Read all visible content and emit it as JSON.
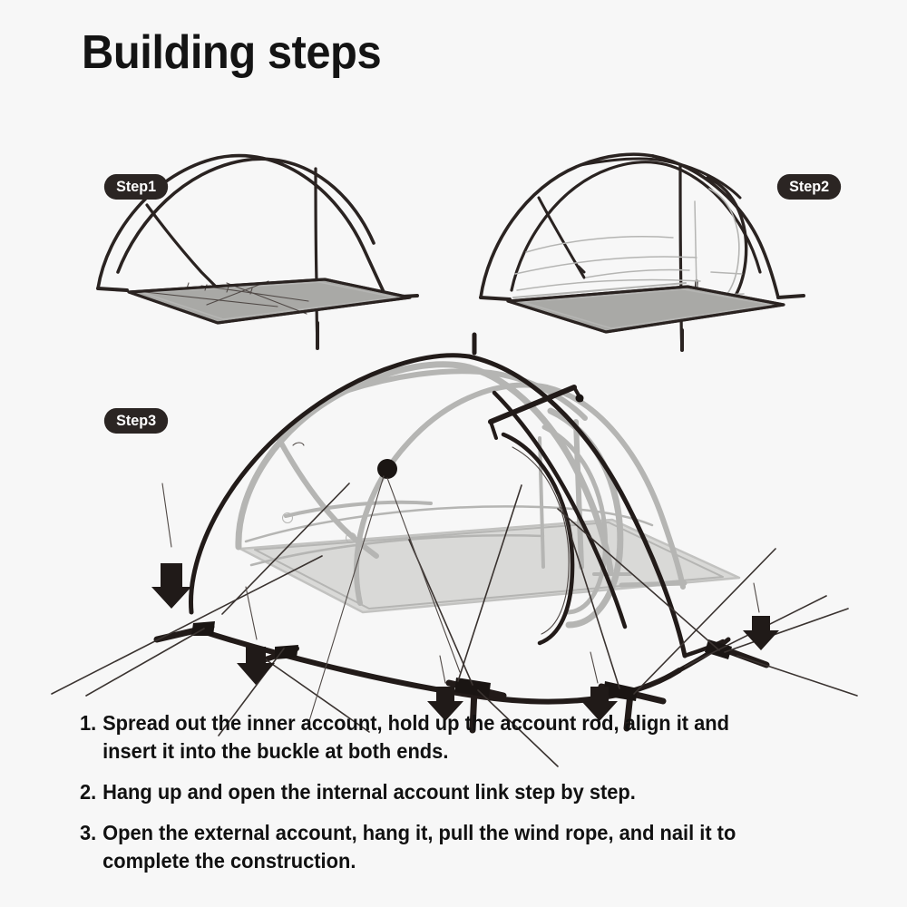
{
  "page": {
    "title": "Building steps",
    "background_color": "#f7f7f7",
    "ink_color": "#221b19",
    "accent_gray": "#a9a9a6",
    "badge_color": "#2b2523"
  },
  "steps": [
    {
      "badge": "Step1",
      "illustration_name": "tent-frame-over-groundsheet",
      "description": "Tent pole frame arched over a gray rectangular groundsheet"
    },
    {
      "badge": "Step2",
      "illustration_name": "inner-tent-hung-on-frame",
      "description": "Inner tent body hung from the pole frame with door panel visible"
    },
    {
      "badge": "Step3",
      "illustration_name": "complete-tent-with-rainfly-and-stakes",
      "description": "Completed tent with outer rainfly, guy lines, and ground stakes marked by downward arrows"
    }
  ],
  "instructions": [
    {
      "number": "1.",
      "text": "Spread out the inner account, hold up the account rod, align it and insert it into the buckle at both ends."
    },
    {
      "number": "2.",
      "text": "Hang up and open the internal account link step by step."
    },
    {
      "number": "3.",
      "text": "Open the external account, hang it, pull the wind rope, and nail it to complete the construction."
    }
  ]
}
